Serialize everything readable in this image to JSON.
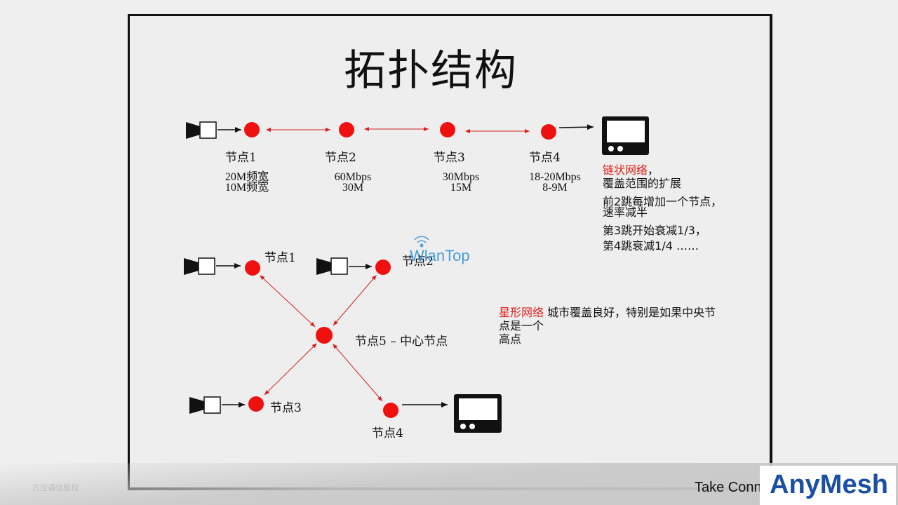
{
  "slide": {
    "title": "拓扑结构",
    "chain": {
      "nodes": [
        "节点1",
        "节点2",
        "节点3",
        "节点4"
      ],
      "rates": [
        {
          "line1": "20M频宽",
          "line2": "10M频宽"
        },
        {
          "line1": "60Mbps",
          "line2": "30M"
        },
        {
          "line1": "30Mbps",
          "line2": "15M"
        },
        {
          "line1": "18-20Mbps",
          "line2": "8-9M"
        }
      ],
      "note_title": "链状网络",
      "note_title_suffix": "，",
      "note_lines": [
        "覆盖范围的扩展",
        "前2跳每增加一个节点，",
        "速率减半",
        "第3跳开始衰减1/3，",
        "第4跳衰减1/4 ……"
      ]
    },
    "star": {
      "nodes": {
        "n1": "节点1",
        "n2": "节点2",
        "n3": "节点3",
        "n4": "节点4",
        "center": "节点5 – 中心节点"
      },
      "note_title": "星形网络",
      "note_text_1": " 城市覆盖良好，特别是如果中央节",
      "note_text_2": "点是一个",
      "note_text_3": "高点"
    },
    "watermark": "WlanTop",
    "footer": {
      "copyright": "万应通信版权",
      "tagline": "Take Conn",
      "brand": "AnyMesh"
    },
    "colors": {
      "node": "#f01010",
      "link": "#d62020",
      "frame": "#111111",
      "brand": "#1a4fa3"
    }
  }
}
